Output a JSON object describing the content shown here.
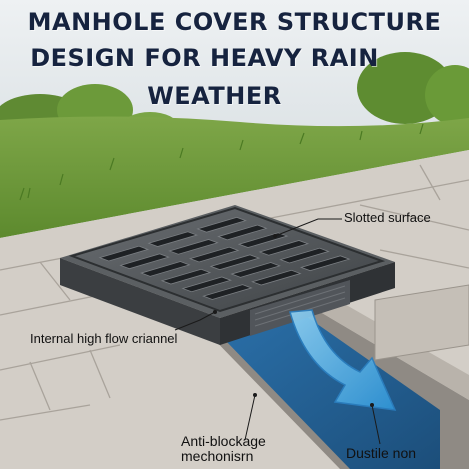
{
  "title": {
    "line1": "MANHOLE COVER STRUCTURE",
    "line2": "DESIGN FOR HEAVY RAIN",
    "line3": "WEATHER"
  },
  "callouts": {
    "slotted_surface": "Slotted surface",
    "internal_channel": "Internal high flow criannel",
    "anti_blockage": "Anti-blockage mechonisrn",
    "dustile": "Dustile non"
  },
  "colors": {
    "sky": "#e6ebef",
    "grass": "#6f9a3c",
    "pavement": "#cfcac3",
    "cover_metal": "#4a4e52",
    "water": "#3a8ccc",
    "title_text": "#16233f"
  }
}
